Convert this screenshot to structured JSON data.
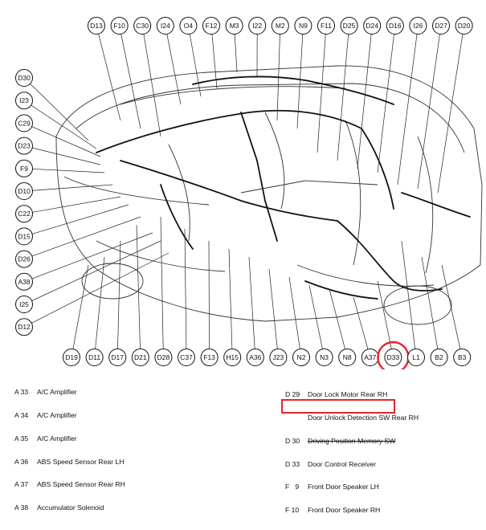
{
  "diagram": {
    "top_connectors": [
      "D13",
      "F10",
      "C30",
      "I24",
      "O4",
      "F12",
      "M3",
      "I22",
      "M2",
      "N9",
      "F11",
      "D25",
      "D24",
      "D16",
      "I26",
      "D27",
      "D20"
    ],
    "left_connectors": [
      "D30",
      "I23",
      "C29",
      "D23",
      "F9",
      "D10",
      "C22",
      "D15",
      "D26",
      "A38",
      "I25",
      "D12"
    ],
    "bottom_connectors": [
      "D19",
      "D11",
      "D17",
      "D21",
      "D28",
      "C37",
      "F13",
      "H15",
      "A36",
      "J23",
      "N2",
      "N3",
      "N8",
      "A37",
      "D33",
      "L1",
      "B2",
      "B3"
    ],
    "highlighted_connector": "D33",
    "highlight_color": "#e4252b"
  },
  "legend_left": [
    {
      "code": "A 33",
      "text": "A/C Amplifier"
    },
    {
      "code": "A 34",
      "text": "A/C Amplifier"
    },
    {
      "code": "A 35",
      "text": "A/C Amplifier"
    },
    {
      "code": "A 36",
      "text": "ABS Speed Sensor Rear LH"
    },
    {
      "code": "A 37",
      "text": "ABS Speed Sensor Rear RH"
    },
    {
      "code": "A 38",
      "text": "Accumulator Solenoid"
    }
  ],
  "legend_right": [
    {
      "code": "D 29",
      "text": "Door Lock Motor Rear RH"
    },
    {
      "code": "",
      "text": "Door Unlock Detection SW Rear RH"
    },
    {
      "code": "D 30",
      "text": "Driving Position Memory SW"
    },
    {
      "code": "D 33",
      "text": "Door Control Receiver"
    },
    {
      "code": "F   9",
      "text": "Front Door Speaker LH"
    },
    {
      "code": "F 10",
      "text": "Front Door Speaker RH"
    }
  ]
}
